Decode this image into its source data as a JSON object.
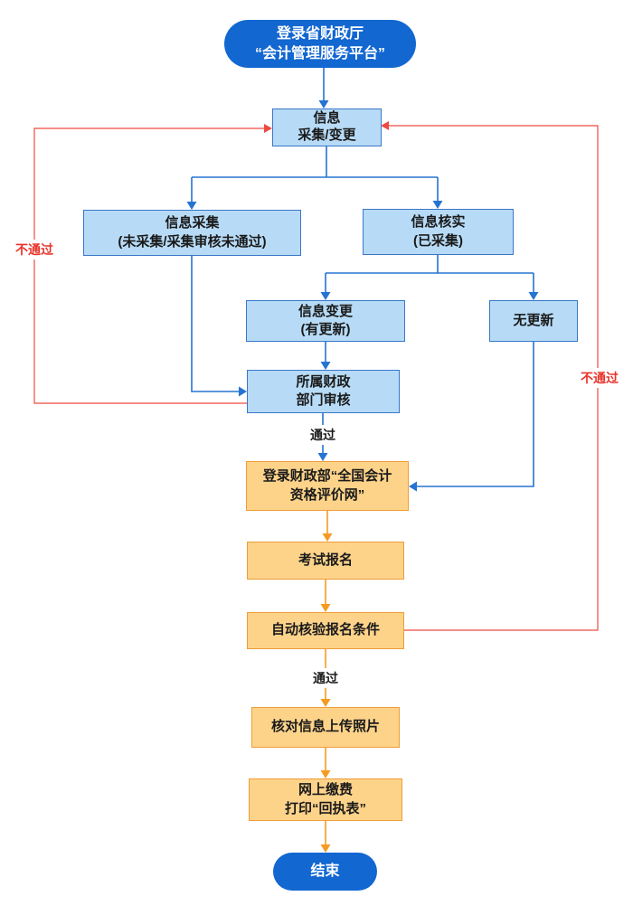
{
  "diagram": {
    "type": "flowchart",
    "nodes": {
      "start": {
        "lines": [
          "登录省财政厅",
          "“会计管理服务平台”"
        ]
      },
      "collect_change": {
        "lines": [
          "信息",
          "采集/变更"
        ]
      },
      "collect": {
        "lines": [
          "信息采集",
          "(未采集/采集审核未通过)"
        ]
      },
      "verify": {
        "lines": [
          "信息核实",
          "(已采集)"
        ]
      },
      "change": {
        "lines": [
          "信息变更",
          "(有更新)"
        ]
      },
      "no_update": {
        "lines": [
          "无更新"
        ]
      },
      "dept_review": {
        "lines": [
          "所属财政",
          "部门审核"
        ]
      },
      "login_mof": {
        "lines": [
          "登录财政部“全国会计",
          "资格评价网”"
        ]
      },
      "exam_register": {
        "lines": [
          "考试报名"
        ]
      },
      "auto_check": {
        "lines": [
          "自动核验报名条件"
        ]
      },
      "verify_upload": {
        "lines": [
          "核对信息上传照片"
        ]
      },
      "pay_print": {
        "lines": [
          "网上缴费",
          "打印“回执表”"
        ]
      },
      "end": {
        "lines": [
          "结束"
        ]
      }
    },
    "edge_labels": {
      "pass_review": "通过",
      "pass_check": "通过",
      "fail_left": "不通过",
      "fail_right": "不通过"
    },
    "edges": [
      {
        "from": "start",
        "to": "collect_change",
        "label": ""
      },
      {
        "from": "collect_change",
        "to": "collect",
        "label": ""
      },
      {
        "from": "collect_change",
        "to": "verify",
        "label": ""
      },
      {
        "from": "collect",
        "to": "dept_review",
        "label": ""
      },
      {
        "from": "verify",
        "to": "change",
        "label": ""
      },
      {
        "from": "verify",
        "to": "no_update",
        "label": ""
      },
      {
        "from": "change",
        "to": "dept_review",
        "label": ""
      },
      {
        "from": "dept_review",
        "to": "login_mof",
        "label": "通过"
      },
      {
        "from": "dept_review",
        "to": "collect_change",
        "label": "不通过"
      },
      {
        "from": "no_update",
        "to": "login_mof",
        "label": ""
      },
      {
        "from": "login_mof",
        "to": "exam_register",
        "label": ""
      },
      {
        "from": "exam_register",
        "to": "auto_check",
        "label": ""
      },
      {
        "from": "auto_check",
        "to": "verify_upload",
        "label": "通过"
      },
      {
        "from": "auto_check",
        "to": "collect_change",
        "label": "不通过"
      },
      {
        "from": "verify_upload",
        "to": "pay_print",
        "label": ""
      },
      {
        "from": "pay_print",
        "to": "end",
        "label": ""
      }
    ],
    "colors": {
      "primary_blue": "#1267d1",
      "light_blue_fill": "#b7dbf6",
      "blue_border": "#3977c8",
      "connector_blue": "#2673d2",
      "orange_fill": "#fdd38a",
      "orange_border": "#ef9d38",
      "connector_orange": "#f59b22",
      "fail_red": "#e8332b",
      "text_dark": "#1a1a1a"
    }
  }
}
